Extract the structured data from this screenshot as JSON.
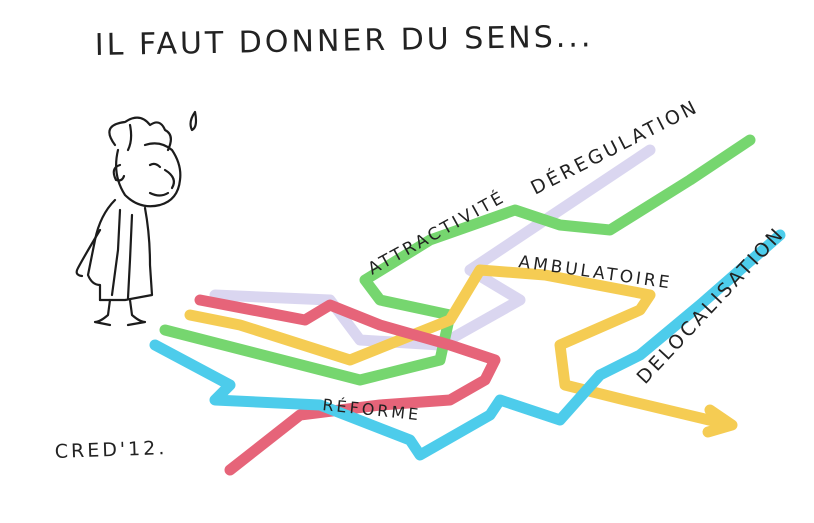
{
  "heading": "IL FAUT DONNER DU SENS...",
  "signature": "CRED'12.",
  "labels": {
    "attractivite": "ATTRACTIVITÉ",
    "deregulation": "DÉREGULATION",
    "ambulatoire": "AMBULATOIRE",
    "delocalisation": "DELOCALISATION",
    "reforme": "RÉFORME"
  },
  "colors": {
    "green": "#5fcf57",
    "yellow": "#f4c436",
    "red": "#e24a62",
    "blue": "#2ec4e8",
    "lavender": "#c9c3ea",
    "ink": "#1c1c1c"
  }
}
